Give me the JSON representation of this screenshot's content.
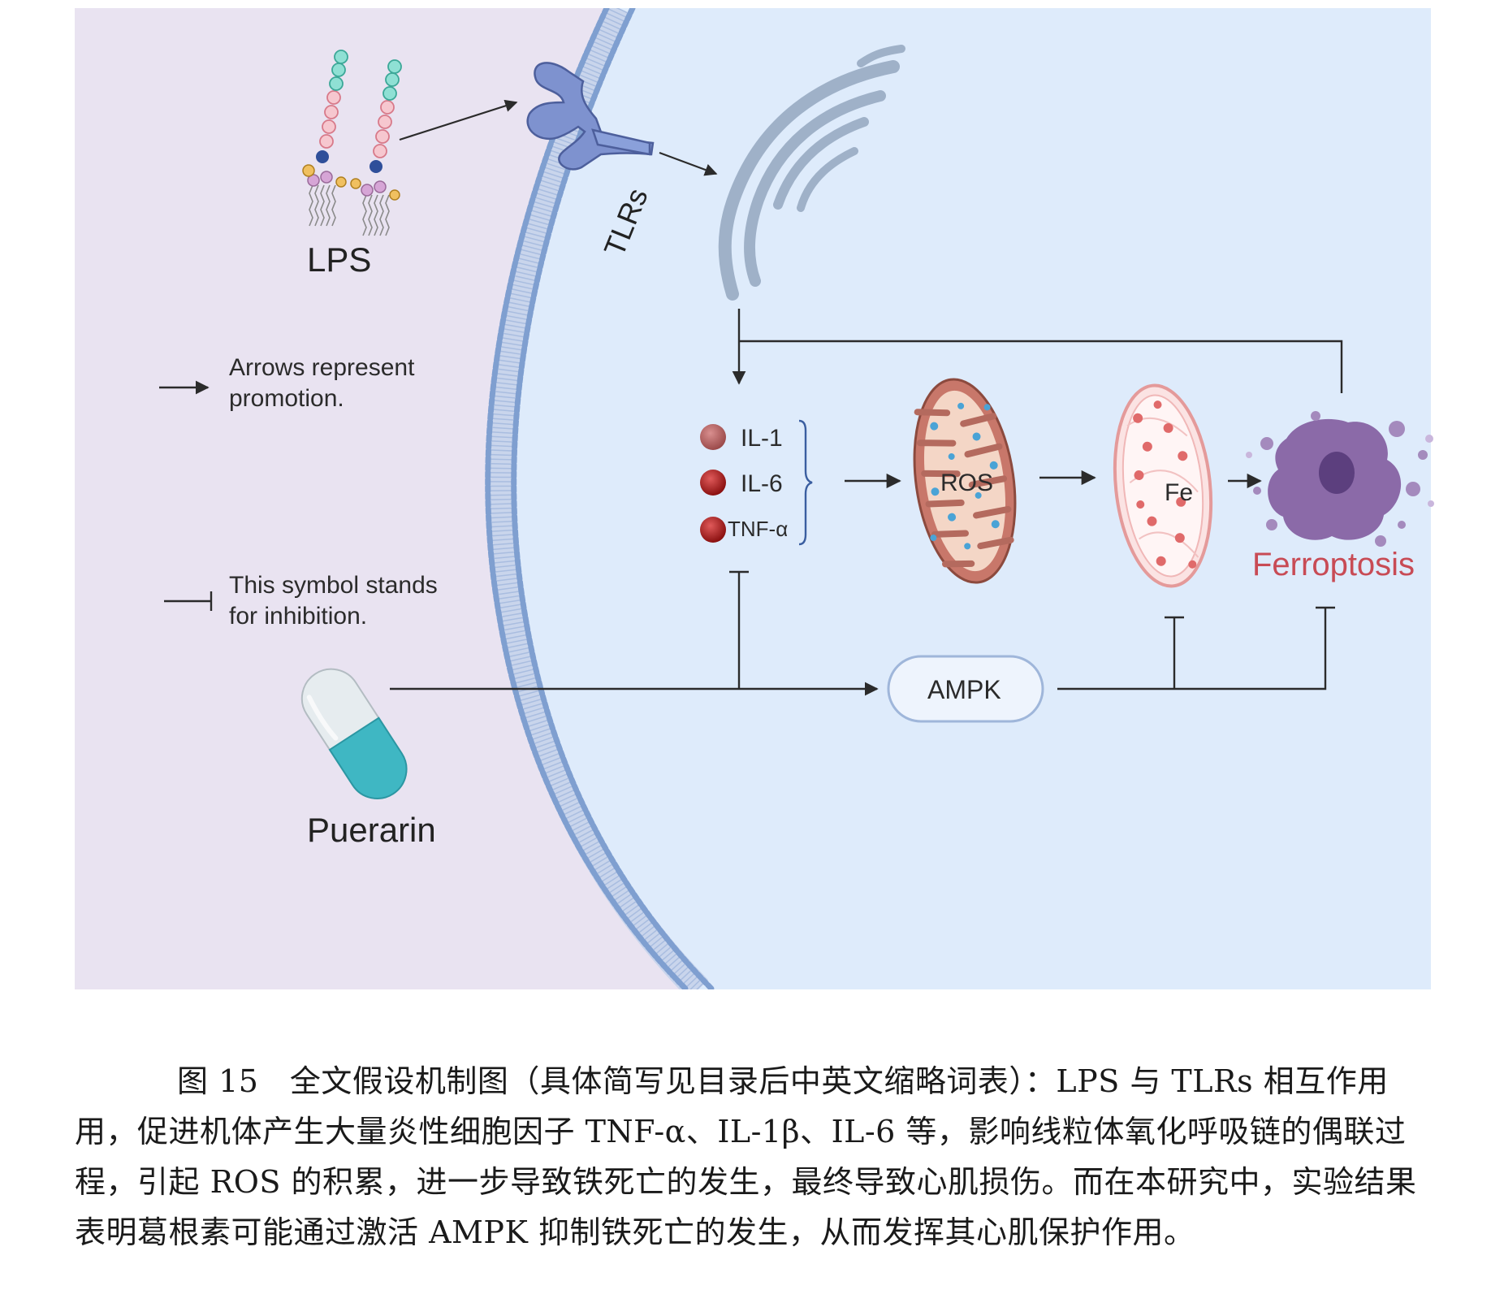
{
  "labels": {
    "lps": "LPS",
    "tlrs": "TLRs",
    "puerarin": "Puerarin",
    "ampk": "AMPK",
    "ros": "ROS",
    "fe": "Fe",
    "ferroptosis": "Ferroptosis"
  },
  "cytokines": [
    "IL-1",
    "IL-6",
    "TNF-α"
  ],
  "legend": {
    "arrow_text": [
      "Arrows represent",
      "promotion."
    ],
    "inhibit_text": [
      "This symbol stands",
      "for inhibition."
    ]
  },
  "caption": "图 15　全文假设机制图（具体简写见目录后中英文缩略词表）：LPS 与 TLRs 相互作用用，促进机体产生大量炎性细胞因子 TNF-α、IL-1β、IL-6 等，影响线粒体氧化呼吸链的偶联过程，引起 ROS 的积累，进一步导致铁死亡的发生，最终导致心肌损伤。而在本研究中，实验结果表明葛根素可能通过激活 AMPK 抑制铁死亡的发生，从而发挥其心肌保护作用。",
  "colors": {
    "outside_bg": "#e9e3f1",
    "cell_bg": "#deebfb",
    "membrane": "#7f9fd0",
    "ferroptosis_text": "#c84b55",
    "line": "#2b2b2b"
  }
}
